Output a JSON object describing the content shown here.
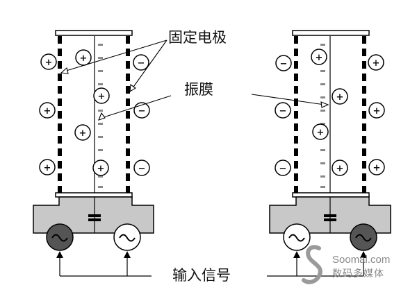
{
  "labels": {
    "fixed_electrode": "固定电极",
    "diaphragm": "振膜",
    "input_signal": "输入信号"
  },
  "watermark": {
    "site": "Soomal.com",
    "tagline": "数码多媒体"
  },
  "charges": {
    "plus": "+",
    "minus": "−"
  }
}
